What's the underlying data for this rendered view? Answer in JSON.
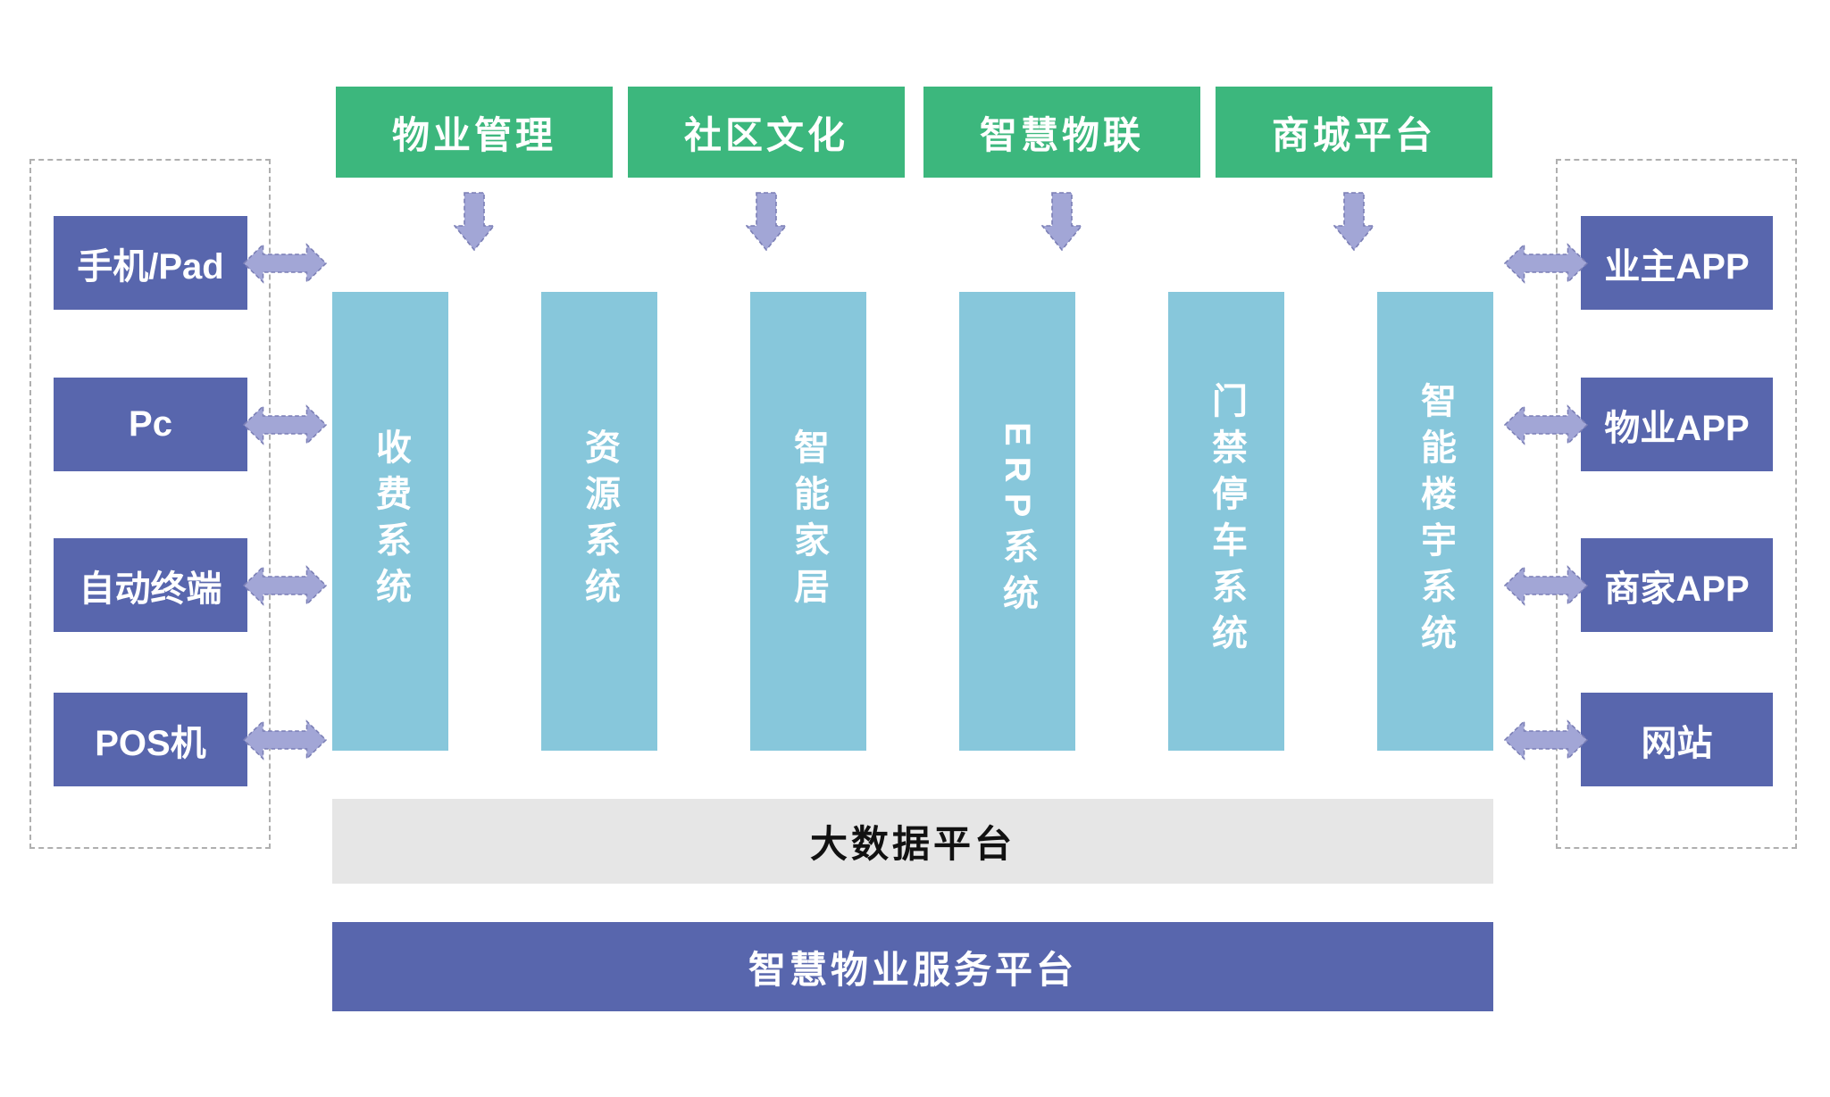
{
  "top_modules": {
    "items": [
      {
        "label": "物业管理"
      },
      {
        "label": "社区文化"
      },
      {
        "label": "智慧物联"
      },
      {
        "label": "商城平台"
      }
    ]
  },
  "systems": {
    "items": [
      {
        "label": "收费系统"
      },
      {
        "label": "资源系统"
      },
      {
        "label": "智能家居"
      },
      {
        "label": "ERP系统"
      },
      {
        "label": "门禁停车系统"
      },
      {
        "label": "智能楼宇系统"
      }
    ]
  },
  "left_terminals": {
    "items": [
      {
        "label": "手机/Pad"
      },
      {
        "label": "Pc"
      },
      {
        "label": "自动终端"
      },
      {
        "label": "POS机"
      }
    ]
  },
  "right_channels": {
    "items": [
      {
        "label": "业主APP"
      },
      {
        "label": "物业APP"
      },
      {
        "label": "商家APP"
      },
      {
        "label": "网站"
      }
    ]
  },
  "bars": {
    "big_data_label": "大数据平台",
    "service_platform_label": "智慧物业服务平台"
  },
  "colors": {
    "module_green": "#3CB77D",
    "system_teal": "#87C7DB",
    "terminal_purple": "#5866AD",
    "arrow_lavender": "#A2A6D6",
    "arrow_outline": "#7B7FB5",
    "bar_gray": "#E6E6E6",
    "bar_purple": "#5866AD"
  }
}
